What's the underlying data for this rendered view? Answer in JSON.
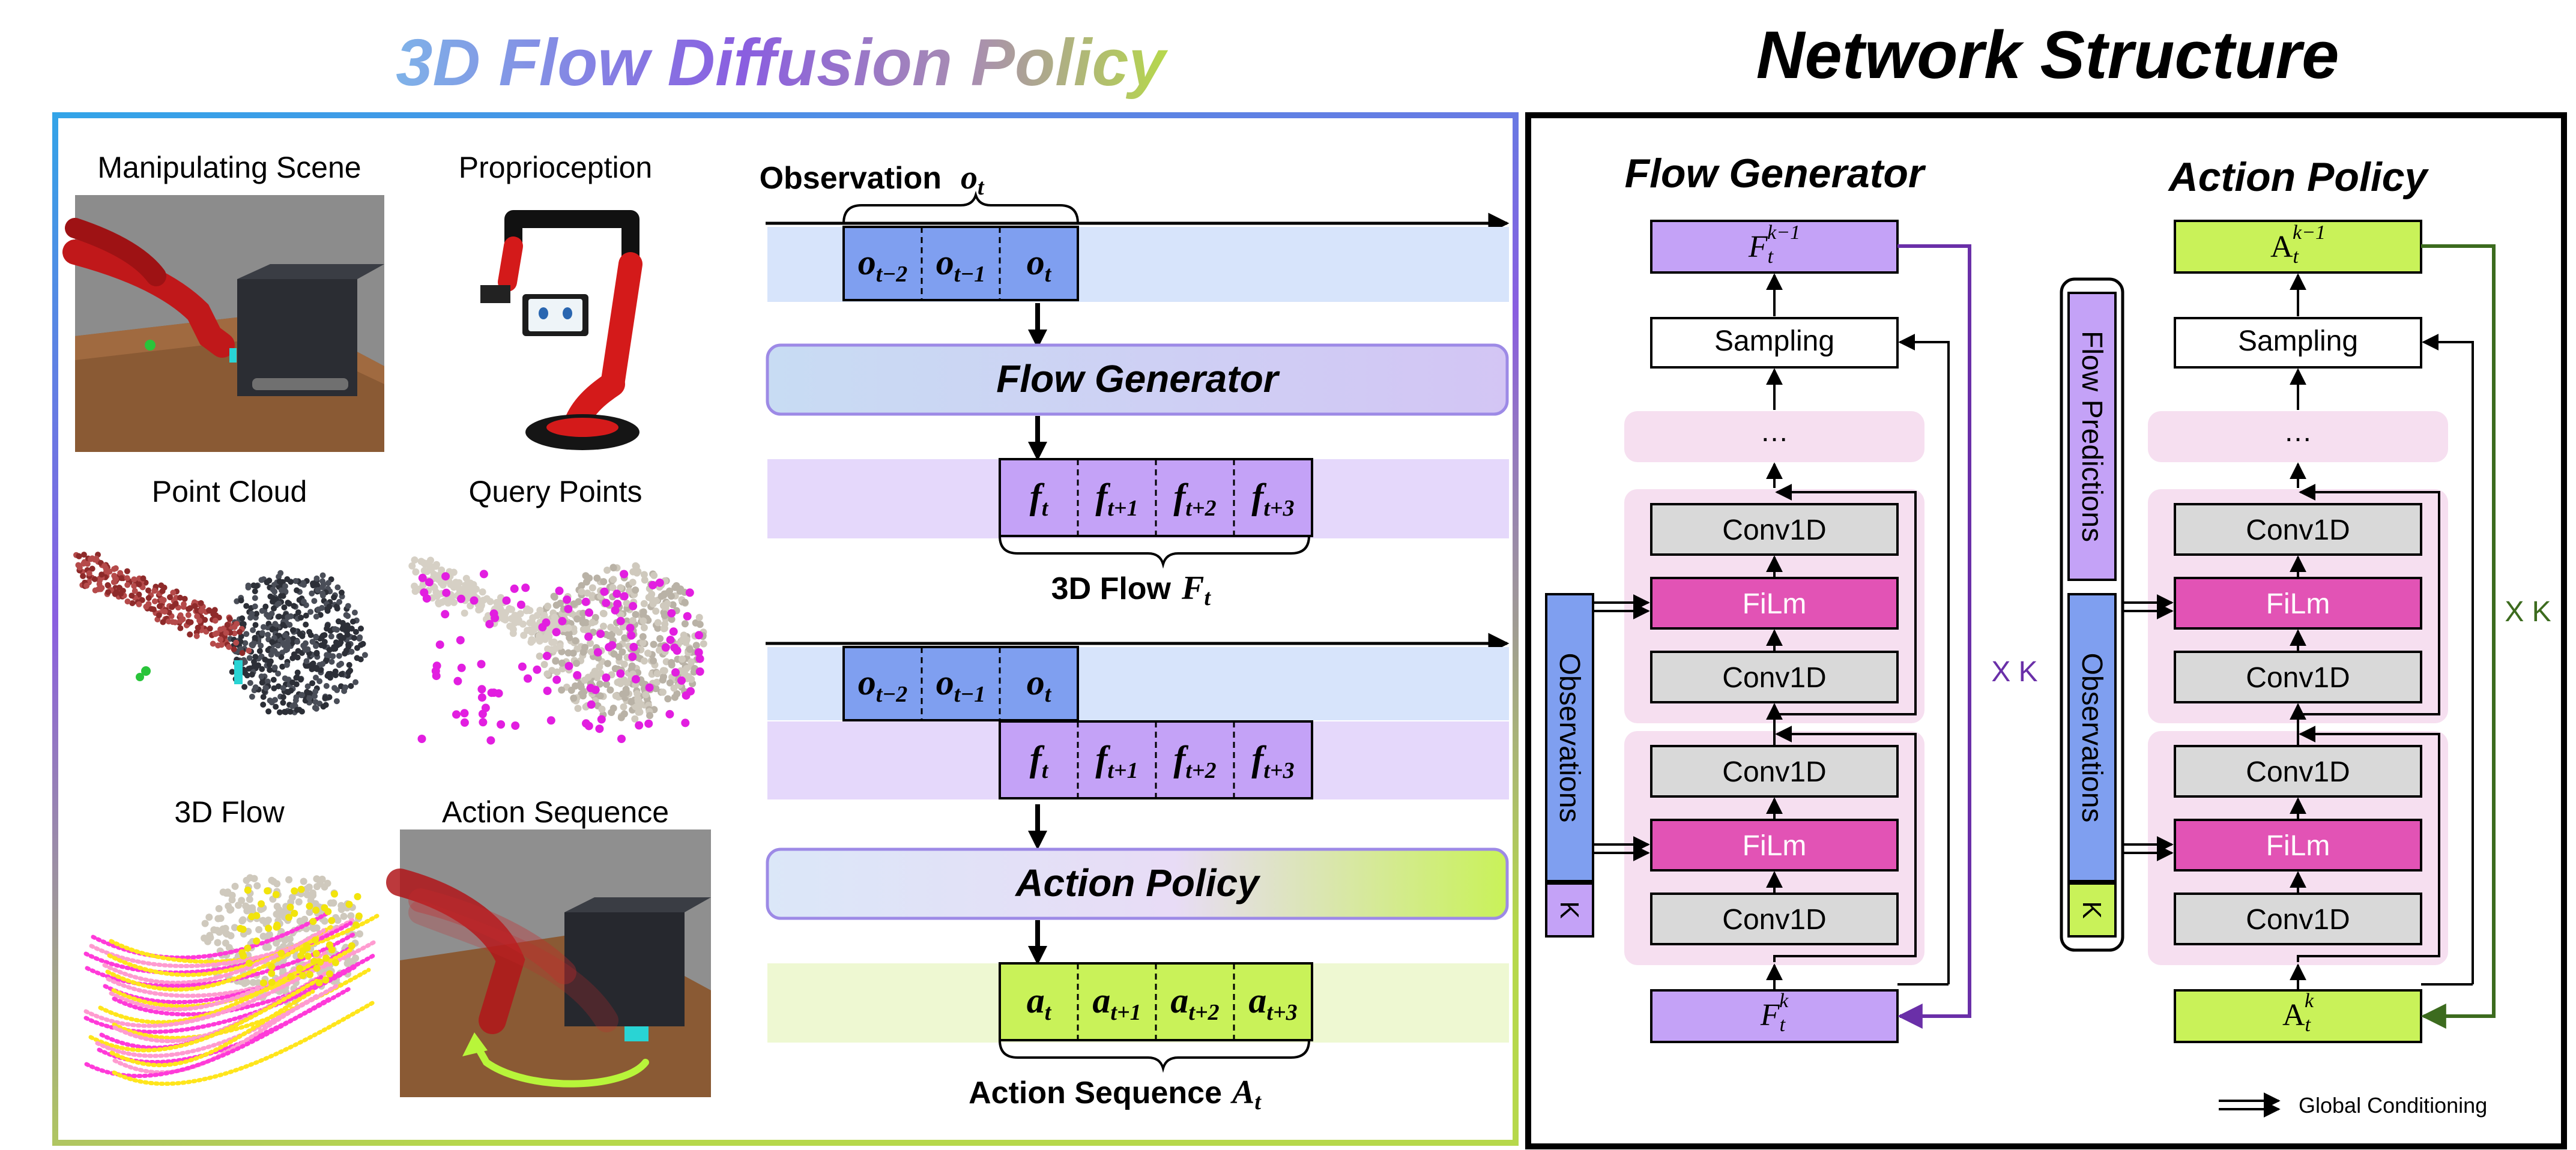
{
  "left_panel": {
    "title": "3D Flow Diffusion Policy",
    "title_gradient": [
      "#7fb2e8",
      "#8a5ee0",
      "#a98fb0",
      "#b6d84b"
    ],
    "thumbnails": {
      "manipulating_scene": "Manipulating Scene",
      "proprioception": "Proprioception",
      "point_cloud": "Point Cloud",
      "query_points": "Query Points",
      "flow_3d": "3D Flow",
      "action_sequence": "Action Sequence"
    },
    "pipeline": {
      "observation_label": "Observation",
      "observation_symbol": "o",
      "observation_sub": "t",
      "obs_cells": [
        {
          "base": "o",
          "sub": "t−2"
        },
        {
          "base": "o",
          "sub": "t−1"
        },
        {
          "base": "o",
          "sub": "t"
        }
      ],
      "flow_generator": "Flow Generator",
      "flow_cells": [
        {
          "base": "f",
          "sub": "t"
        },
        {
          "base": "f",
          "sub": "t+1"
        },
        {
          "base": "f",
          "sub": "t+2"
        },
        {
          "base": "f",
          "sub": "t+3"
        }
      ],
      "flow_label": "3D Flow",
      "flow_symbol": "F",
      "flow_sub": "t",
      "action_policy": "Action Policy",
      "action_cells": [
        {
          "base": "a",
          "sub": "t"
        },
        {
          "base": "a",
          "sub": "t+1"
        },
        {
          "base": "a",
          "sub": "t+2"
        },
        {
          "base": "a",
          "sub": "t+3"
        }
      ],
      "action_label": "Action Sequence",
      "action_symbol": "A",
      "action_sub": "t"
    }
  },
  "right_panel": {
    "title": "Network Structure",
    "flow_generator": {
      "title": "Flow Generator",
      "output": {
        "base": "F",
        "sub": "t",
        "sup": "k−1"
      },
      "input": {
        "base": "F",
        "sub": "t",
        "sup": "k"
      },
      "sampling": "Sampling",
      "ellipsis": "…",
      "blocks": [
        "Conv1D",
        "FiLm",
        "Conv1D",
        "Conv1D",
        "FiLm",
        "Conv1D"
      ],
      "repeat": "X K",
      "cond_observations": "Observations",
      "cond_k": "K"
    },
    "action_policy": {
      "title": "Action Policy",
      "output": {
        "base": "A",
        "sub": "t",
        "sup": "k−1"
      },
      "input": {
        "base": "A",
        "sub": "t",
        "sup": "k"
      },
      "sampling": "Sampling",
      "ellipsis": "…",
      "blocks": [
        "Conv1D",
        "FiLm",
        "Conv1D",
        "Conv1D",
        "FiLm",
        "Conv1D"
      ],
      "repeat": "X K",
      "cond_flow": "Flow Predictions",
      "cond_observations": "Observations",
      "cond_k": "K"
    },
    "legend": "Global Conditioning"
  },
  "colors": {
    "obs_blue": "#7f9ff0",
    "obs_band": "#d7e4fb",
    "flow_purple": "#c4a2f7",
    "flow_band": "#e5d8fb",
    "action_green": "#c9f259",
    "action_band": "#eef8d2",
    "film_pink": "#e253b5",
    "conv_gray": "#d9d9d9",
    "block_bg": "#f6dff0",
    "fg_line": "#6a2fa8",
    "ap_line": "#3c6b1e"
  }
}
